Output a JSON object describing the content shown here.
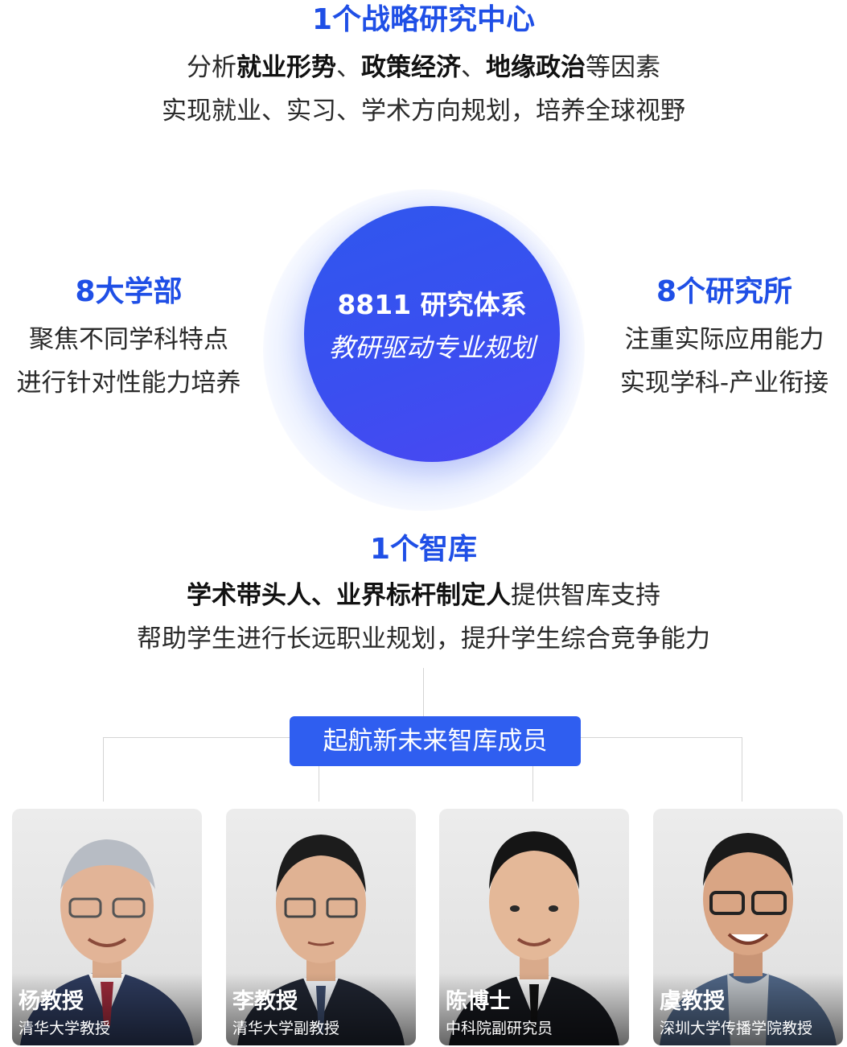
{
  "strategy_center": {
    "title": "1个战略研究中心",
    "line1": [
      {
        "text": "分析",
        "bold": false
      },
      {
        "text": "就业形势",
        "bold": true
      },
      {
        "text": "、",
        "bold": false
      },
      {
        "text": "政策经济",
        "bold": true
      },
      {
        "text": "、",
        "bold": false
      },
      {
        "text": "地缘政治",
        "bold": true
      },
      {
        "text": "等因素",
        "bold": false
      }
    ],
    "line2": "实现就业、实习、学术方向规划，培养全球视野"
  },
  "departments": {
    "title": "8大学部",
    "line1": "聚焦不同学科特点",
    "line2": "进行针对性能力培养"
  },
  "institutes": {
    "title": "8个研究所",
    "line1": "注重实际应用能力",
    "line2": "实现学科-产业衔接"
  },
  "system": {
    "title": "8811 研究体系",
    "subtitle": "教研驱动专业规划"
  },
  "think_tank": {
    "title": "1个智库",
    "line1": [
      {
        "text": "学术带头人、业界标杆制定人",
        "bold": true
      },
      {
        "text": "提供智库支持",
        "bold": false
      }
    ],
    "line2": "帮助学生进行长远职业规划，提升学生综合竞争能力"
  },
  "members": {
    "badge": "起航新未来智库成员",
    "cards": [
      {
        "name": "杨教授",
        "role": "清华大学教授"
      },
      {
        "name": "李教授",
        "role": "清华大学副教授"
      },
      {
        "name": "陈博士",
        "role": "中科院副研究员"
      },
      {
        "name": "虞教授",
        "role": "深圳大学传播学院教授"
      }
    ]
  },
  "colors": {
    "accent": "#1f4fe6",
    "badge": "#2f5ef0",
    "circle_start": "#2f57ee",
    "circle_end": "#4a47f2"
  }
}
